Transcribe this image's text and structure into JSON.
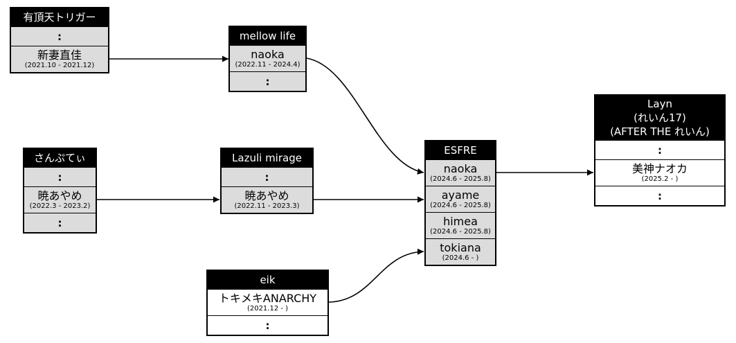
{
  "diagram": {
    "type": "group-member-lineage-graph",
    "background": "#ffffff",
    "colors": {
      "node_border": "#000000",
      "header_bg": "#000000",
      "header_fg": "#ffffff",
      "row_gray": "#dcdcdc",
      "row_white": "#ffffff",
      "edge": "#000000"
    }
  },
  "boxes": [
    {
      "id": "uchoten-trigger",
      "title": "有頂天トリガー",
      "rows": [
        {
          "type": "dots",
          "text": ":"
        },
        {
          "type": "member",
          "name": "新妻直佳",
          "dates": "(2021.10 - 2021.12)"
        }
      ]
    },
    {
      "id": "mellow-life",
      "title": "mellow life",
      "rows": [
        {
          "type": "member",
          "name": "naoka",
          "dates": "(2022.11 - 2024.4)"
        },
        {
          "type": "dots",
          "text": ":"
        }
      ]
    },
    {
      "id": "sanputei",
      "title": "さんぷてぃ",
      "rows": [
        {
          "type": "dots",
          "text": ":"
        },
        {
          "type": "member",
          "name": "暁あやめ",
          "dates": "(2022.3 - 2023.2)"
        },
        {
          "type": "dots",
          "text": ":"
        }
      ]
    },
    {
      "id": "lazuli-mirage",
      "title": "Lazuli mirage",
      "rows": [
        {
          "type": "dots",
          "text": ":"
        },
        {
          "type": "member",
          "name": "暁あやめ",
          "dates": "(2022.11 - 2023.3)"
        }
      ]
    },
    {
      "id": "esfre",
      "title": "ESFRE",
      "rows": [
        {
          "type": "member",
          "name": "naoka",
          "dates": "(2024.6 - 2025.8)"
        },
        {
          "type": "member",
          "name": "ayame",
          "dates": "(2024.6 - 2025.8)"
        },
        {
          "type": "member",
          "name": "himea",
          "dates": "(2024.6 - 2025.8)"
        },
        {
          "type": "member",
          "name": "tokiana",
          "dates": "(2024.6 - )"
        }
      ]
    },
    {
      "id": "layn",
      "title_lines": [
        "Layn",
        "(れいん17)",
        "(AFTER THE れいん)"
      ],
      "rows": [
        {
          "type": "dots",
          "text": ":"
        },
        {
          "type": "member",
          "name": "美神ナオカ",
          "dates": "(2025.2 - )"
        },
        {
          "type": "dots",
          "text": ":"
        }
      ]
    },
    {
      "id": "eik",
      "title": "eik",
      "rows": [
        {
          "type": "member",
          "name": "トキメキANARCHY",
          "dates": "(2021.12 - )"
        },
        {
          "type": "dots",
          "text": ":"
        }
      ]
    }
  ],
  "edges": [
    {
      "from": "有頂天トリガー:新妻直佳",
      "to": "mellow life:naoka"
    },
    {
      "from": "mellow life:naoka",
      "to": "ESFRE:naoka"
    },
    {
      "from": "さんぷてぃ:暁あやめ",
      "to": "Lazuli mirage:暁あやめ"
    },
    {
      "from": "Lazuli mirage:暁あやめ",
      "to": "ESFRE:ayame"
    },
    {
      "from": "eik:トキメキANARCHY",
      "to": "ESFRE:tokiana"
    },
    {
      "from": "ESFRE:naoka",
      "to": "Layn:美神ナオカ"
    }
  ]
}
